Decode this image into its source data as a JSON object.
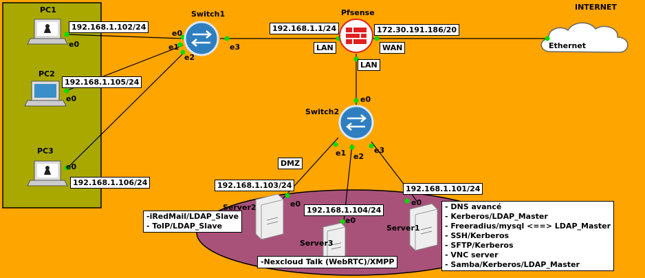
{
  "internet_label": "INTERNET",
  "cloud_port": "Ethernet",
  "pfsense": {
    "name": "Pfsense",
    "lan_ip": "192.168.1.1/24",
    "wan_ip": "172.30.191.186/20",
    "lan_tag": "LAN",
    "wan_tag": "WAN",
    "lan2_tag": "LAN"
  },
  "switch1": {
    "name": "Switch1",
    "ports": [
      "e0",
      "e1",
      "e2",
      "e3"
    ]
  },
  "switch2": {
    "name": "Switch2",
    "ports": [
      "e0",
      "e1",
      "e2",
      "e3"
    ]
  },
  "dmz_label": "DMZ",
  "pcs": [
    {
      "name": "PC1",
      "ip": "192.168.1.102/24",
      "port": "e0"
    },
    {
      "name": "PC2",
      "ip": "192.168.1.105/24",
      "port": "e0"
    },
    {
      "name": "PC3",
      "ip": "192.168.1.106/24",
      "port": "e0"
    }
  ],
  "servers": [
    {
      "name": "Server2",
      "ip": "192.168.1.103/24",
      "port": "e0",
      "services": [
        "-iRedMail/LDAP_Slave",
        "- ToIP/LDAP_Slave"
      ]
    },
    {
      "name": "Server3",
      "ip": "192.168.1.104/24",
      "port": "e0",
      "services": [
        "-Nexcloud Talk (WebRTC)/XMPP"
      ]
    },
    {
      "name": "Server1",
      "ip": "192.168.1.101/24",
      "port": "e0",
      "services": [
        "- DNS avancé",
        "- Kerberos/LDAP_Master",
        "- Freeradius/mysql <==> LDAP_Master",
        "- SSH/Kerberos",
        "- SFTP/Kerberos",
        "- VNC server",
        "- Samba/Kerberos/LDAP_Master"
      ]
    }
  ],
  "colors": {
    "background": "#ffa500",
    "pc_zone": "#a8a800",
    "dmz_zone": "#a8527a",
    "link_dot": "#00dd00",
    "switch": "#2f7fc0",
    "firewall": "#e02020"
  }
}
